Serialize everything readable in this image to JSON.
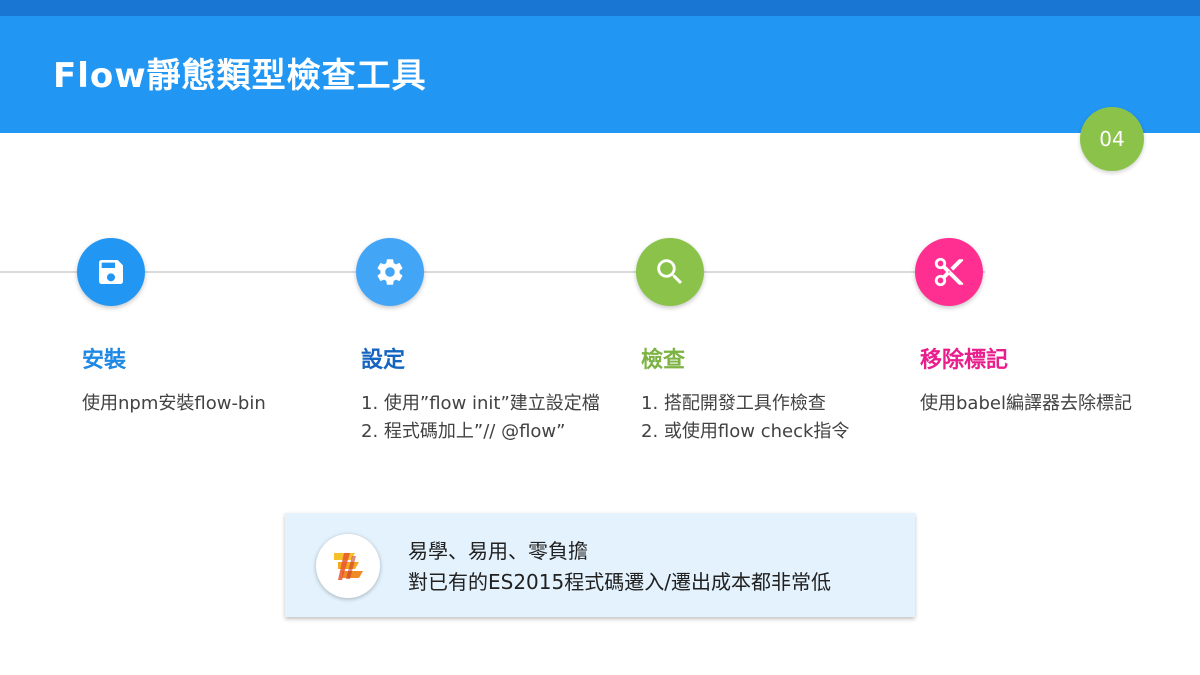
{
  "slide": {
    "title": "Flow靜態類型檢查工具",
    "page_number": "04"
  },
  "steps": [
    {
      "icon": "floppy-disk-icon",
      "color": "#1e88e5",
      "title": "安裝",
      "lines": [
        "使用npm安裝flow-bin"
      ]
    },
    {
      "icon": "gear-icon",
      "color": "#1565c0",
      "title": "設定",
      "lines": [
        "1. 使用”flow init”建立設定檔",
        "2. 程式碼加上”// @flow”"
      ]
    },
    {
      "icon": "search-icon",
      "color": "#7cb342",
      "title": "檢查",
      "lines": [
        "1. 搭配開發工具作檢查",
        "2. 或使用flow check指令"
      ]
    },
    {
      "icon": "scissors-icon",
      "color": "#e91e8c",
      "title": "移除標記",
      "lines": [
        "使用babel編譯器去除標記"
      ]
    }
  ],
  "step_icon_colors": [
    "#2196f3",
    "#42a5f5",
    "#8bc34a",
    "#ff2f92"
  ],
  "callout": {
    "logo": "flow-logo",
    "lines": [
      "易學、易用、零負擔",
      "對已有的ES2015程式碼遷入/遷出成本都非常低"
    ]
  },
  "colors": {
    "header": "#2196f3",
    "header_strip": "#1976d2",
    "badge": "#8bc34a",
    "callout_bg": "#e3f2fd"
  }
}
